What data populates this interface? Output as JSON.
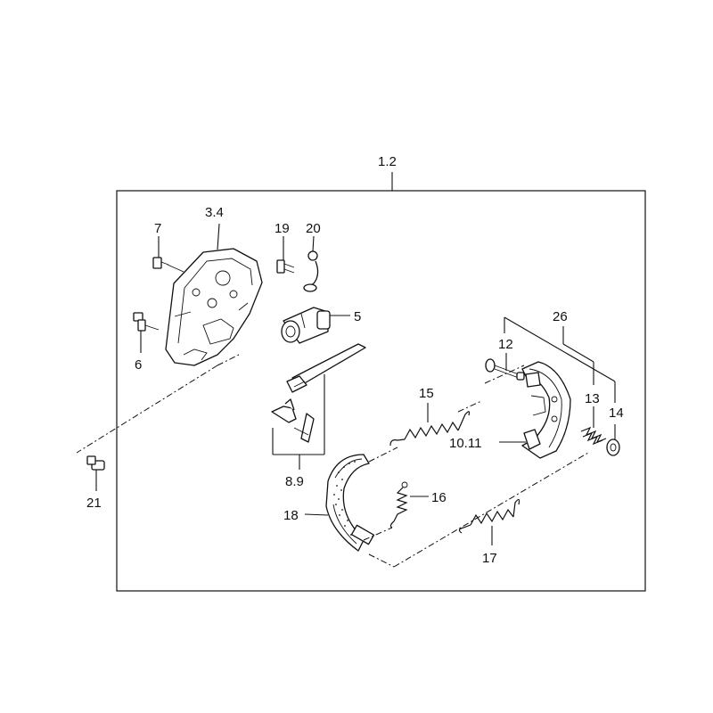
{
  "labels": {
    "l_1_2": "1.2",
    "l_3_4": "3.4",
    "l_5": "5",
    "l_6": "6",
    "l_7": "7",
    "l_8_9": "8.9",
    "l_10_11": "10.11",
    "l_12": "12",
    "l_13": "13",
    "l_14": "14",
    "l_15": "15",
    "l_16": "16",
    "l_17": "17",
    "l_18": "18",
    "l_19": "19",
    "l_20": "20",
    "l_21": "21",
    "l_26": "26"
  }
}
